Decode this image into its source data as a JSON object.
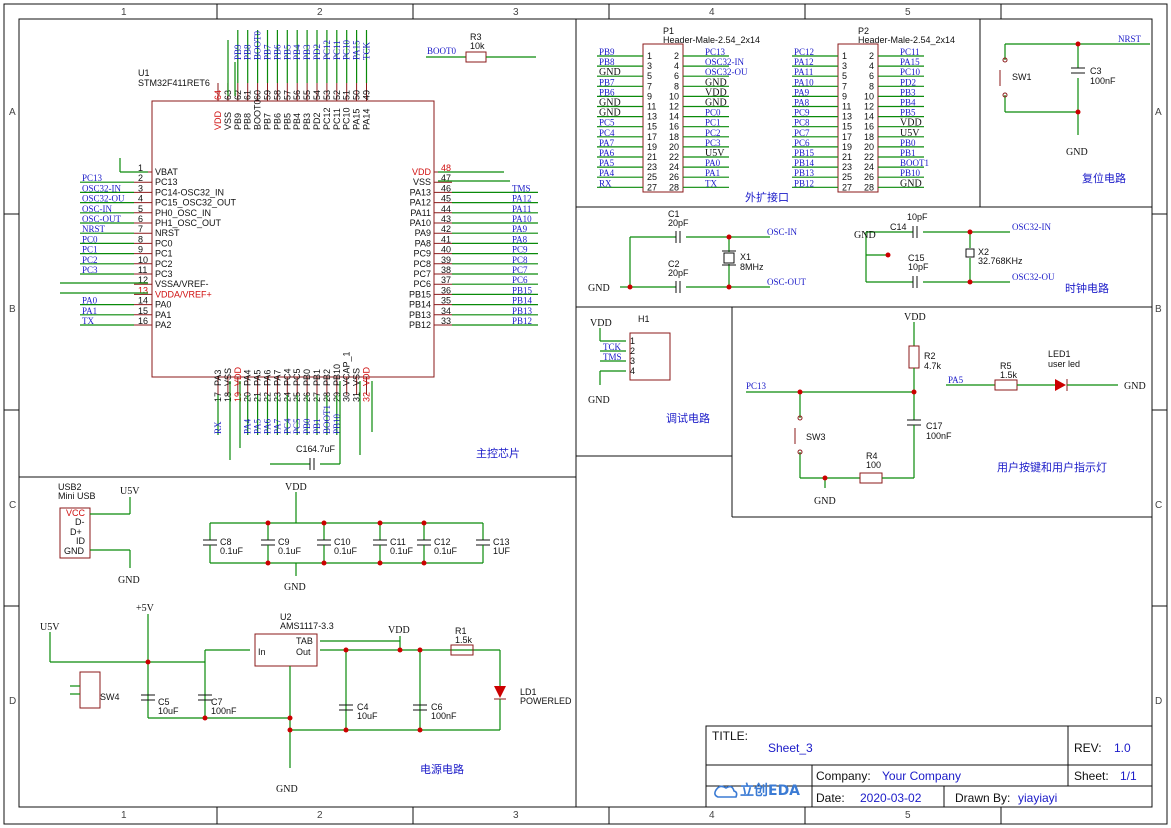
{
  "border": {
    "columns": [
      "1",
      "2",
      "3",
      "4",
      "5"
    ],
    "rows": [
      "A",
      "B",
      "C",
      "D"
    ]
  },
  "title_block": {
    "title_label": "TITLE:",
    "title": "Sheet_3",
    "rev_label": "REV:",
    "rev": "1.0",
    "company_label": "Company:",
    "company": "Your Company",
    "sheet_label": "Sheet:",
    "sheet": "1/1",
    "date_label": "Date:",
    "date": "2020-03-02",
    "drawn_label": "Drawn By:",
    "drawn_by": "yiayiayi",
    "logo_text": "立创EDA"
  },
  "sections": {
    "mcu": "主控芯片",
    "expansion": "外扩接口",
    "reset": "复位电路",
    "clock": "时钟电路",
    "debug": "调试电路",
    "user_io": "用户按键和用户指示灯",
    "power": "电源电路"
  },
  "mcu": {
    "ref": "U1",
    "part": "STM32F411RET6",
    "left_pins": [
      {
        "num": "1",
        "name": "VBAT",
        "net": "VDD"
      },
      {
        "num": "2",
        "name": "PC13",
        "net": "PC13"
      },
      {
        "num": "3",
        "name": "PC14-OSC32_IN",
        "net": "OSC32-IN"
      },
      {
        "num": "4",
        "name": "PC15_OSC32_OUT",
        "net": "OSC32-OU"
      },
      {
        "num": "5",
        "name": "PH0_OSC_IN",
        "net": "OSC-IN"
      },
      {
        "num": "6",
        "name": "PH1_OSC_OUT",
        "net": "OSC-OUT"
      },
      {
        "num": "7",
        "name": "NRST",
        "net": "NRST"
      },
      {
        "num": "8",
        "name": "PC0",
        "net": "PC0"
      },
      {
        "num": "9",
        "name": "PC1",
        "net": "PC1"
      },
      {
        "num": "10",
        "name": "PC2",
        "net": "PC2"
      },
      {
        "num": "11",
        "name": "PC3",
        "net": "PC3"
      },
      {
        "num": "12",
        "name": "VSSA/VREF-",
        "net": "GND"
      },
      {
        "num": "13",
        "name": "VDDA/VREF+",
        "net": "VDD"
      },
      {
        "num": "14",
        "name": "PA0",
        "net": "PA0"
      },
      {
        "num": "15",
        "name": "PA1",
        "net": "PA1"
      },
      {
        "num": "16",
        "name": "PA2",
        "net": "TX"
      }
    ],
    "right_pins": [
      {
        "num": "48",
        "name": "VDD",
        "net": "VDD"
      },
      {
        "num": "47",
        "name": "VSS",
        "net": "GND"
      },
      {
        "num": "46",
        "name": "PA13",
        "net": "TMS"
      },
      {
        "num": "45",
        "name": "PA12",
        "net": "PA12"
      },
      {
        "num": "44",
        "name": "PA11",
        "net": "PA11"
      },
      {
        "num": "43",
        "name": "PA10",
        "net": "PA10"
      },
      {
        "num": "42",
        "name": "PA9",
        "net": "PA9"
      },
      {
        "num": "41",
        "name": "PA8",
        "net": "PA8"
      },
      {
        "num": "40",
        "name": "PC9",
        "net": "PC9"
      },
      {
        "num": "39",
        "name": "PC8",
        "net": "PC8"
      },
      {
        "num": "38",
        "name": "PC7",
        "net": "PC7"
      },
      {
        "num": "37",
        "name": "PC6",
        "net": "PC6"
      },
      {
        "num": "36",
        "name": "PB15",
        "net": "PB15"
      },
      {
        "num": "35",
        "name": "PB14",
        "net": "PB14"
      },
      {
        "num": "34",
        "name": "PB13",
        "net": "PB13"
      },
      {
        "num": "33",
        "name": "PB12",
        "net": "PB12"
      }
    ],
    "top_pins": [
      {
        "num": "64",
        "name": "VDD",
        "net": "VDD"
      },
      {
        "num": "63",
        "name": "VSS",
        "net": "GND"
      },
      {
        "num": "62",
        "name": "PB9",
        "net": "PB9"
      },
      {
        "num": "61",
        "name": "PB8",
        "net": "PB8"
      },
      {
        "num": "60",
        "name": "BOOT0",
        "net": "BOOT0"
      },
      {
        "num": "59",
        "name": "PB7",
        "net": "PB7"
      },
      {
        "num": "58",
        "name": "PB6",
        "net": "PB6"
      },
      {
        "num": "57",
        "name": "PB5",
        "net": "PB5"
      },
      {
        "num": "56",
        "name": "PB4",
        "net": "PB4"
      },
      {
        "num": "55",
        "name": "PB3",
        "net": "PB3"
      },
      {
        "num": "54",
        "name": "PD2",
        "net": "PD2"
      },
      {
        "num": "53",
        "name": "PC12",
        "net": "PC12"
      },
      {
        "num": "52",
        "name": "PC11",
        "net": "PC11"
      },
      {
        "num": "51",
        "name": "PC10",
        "net": "PC10"
      },
      {
        "num": "50",
        "name": "PA15",
        "net": "PA15"
      },
      {
        "num": "49",
        "name": "PA14",
        "net": "TCK"
      }
    ],
    "bottom_pins": [
      {
        "num": "17",
        "name": "PA3",
        "net": "RX"
      },
      {
        "num": "18",
        "name": "VSS",
        "net": ""
      },
      {
        "num": "19",
        "name": "VDD",
        "net": ""
      },
      {
        "num": "20",
        "name": "PA4",
        "net": "PA4"
      },
      {
        "num": "21",
        "name": "PA5",
        "net": "PA5"
      },
      {
        "num": "22",
        "name": "PA6",
        "net": "PA6"
      },
      {
        "num": "23",
        "name": "PA7",
        "net": "PA7"
      },
      {
        "num": "24",
        "name": "PC4",
        "net": "PC4"
      },
      {
        "num": "25",
        "name": "PC5",
        "net": "PC5"
      },
      {
        "num": "26",
        "name": "PB0",
        "net": "PB0"
      },
      {
        "num": "27",
        "name": "PB1",
        "net": "PB1"
      },
      {
        "num": "28",
        "name": "PB2",
        "net": "BOOT1"
      },
      {
        "num": "29",
        "name": "PB10",
        "net": "PB10"
      },
      {
        "num": "30",
        "name": "VCAP_1",
        "net": ""
      },
      {
        "num": "31",
        "name": "VSS",
        "net": ""
      },
      {
        "num": "32",
        "name": "VDD",
        "net": ""
      }
    ],
    "cap_ref": "C16",
    "cap_val": "4.7uF"
  },
  "boot": {
    "net": "BOOT0",
    "ref": "R3",
    "val": "10k"
  },
  "headers": {
    "p1": {
      "ref": "P1",
      "part": "Header-Male-2.54_2x14",
      "left": [
        "PB9",
        "PB8",
        "GND",
        "PB7",
        "PB6",
        "GND",
        "GND",
        "PC5",
        "PC4",
        "PA7",
        "PA6",
        "PA5",
        "PA4",
        "RX"
      ],
      "right": [
        "PC13",
        "OSC32-IN",
        "OSC32-OU",
        "GND",
        "VDD",
        "GND",
        "PC0",
        "PC1",
        "PC2",
        "PC3",
        "U5V",
        "PA0",
        "PA1",
        "TX"
      ],
      "nums_l": [
        "1",
        "3",
        "5",
        "7",
        "9",
        "11",
        "13",
        "15",
        "17",
        "19",
        "21",
        "23",
        "25",
        "27"
      ],
      "nums_r": [
        "2",
        "4",
        "6",
        "8",
        "10",
        "12",
        "14",
        "16",
        "18",
        "20",
        "22",
        "24",
        "26",
        "28"
      ]
    },
    "p2": {
      "ref": "P2",
      "part": "Header-Male-2.54_2x14",
      "left": [
        "PC12",
        "PA12",
        "PA11",
        "PA10",
        "PA9",
        "PA8",
        "PC9",
        "PC8",
        "PC7",
        "PC6",
        "PB15",
        "PB14",
        "PB13",
        "PB12"
      ],
      "right": [
        "PC11",
        "PA15",
        "PC10",
        "PD2",
        "PB3",
        "PB4",
        "PB5",
        "VDD",
        "U5V",
        "PB0",
        "PB1",
        "BOOT1",
        "PB10",
        "GND"
      ],
      "nums_l": [
        "1",
        "3",
        "5",
        "7",
        "9",
        "11",
        "13",
        "15",
        "17",
        "19",
        "21",
        "23",
        "25",
        "27"
      ],
      "nums_r": [
        "2",
        "4",
        "6",
        "8",
        "10",
        "12",
        "14",
        "16",
        "18",
        "20",
        "22",
        "24",
        "26",
        "28"
      ]
    }
  },
  "reset": {
    "sw": "SW1",
    "cap": "C3",
    "cap_val": "100nF",
    "net": "NRST",
    "gnd": "GND"
  },
  "clock": {
    "c1": "C1",
    "c1v": "20pF",
    "c2": "C2",
    "c2v": "20pF",
    "x1": "X1",
    "x1v": "8MHz",
    "osc_in": "OSC-IN",
    "osc_out": "OSC-OUT",
    "c14": "C14",
    "c14v": "10pF",
    "c15": "C15",
    "c15v": "10pF",
    "x2": "X2",
    "x2v": "32.768KHz",
    "osc32_in": "OSC32-IN",
    "osc32_out": "OSC32-OU",
    "gnd": "GND"
  },
  "debug": {
    "ref": "H1",
    "nets": [
      "VDD",
      "TCK",
      "TMS",
      "GND"
    ],
    "pins": [
      "1",
      "2",
      "3",
      "4"
    ]
  },
  "user": {
    "vdd": "VDD",
    "r2": "R2",
    "r2v": "4.7k",
    "pc13": "PC13",
    "sw3": "SW3",
    "c17": "C17",
    "c17v": "100nF",
    "r4": "R4",
    "r4v": "100",
    "gnd": "GND",
    "pa5": "PA5",
    "r5": "R5",
    "r5v": "1.5k",
    "led": "LED1",
    "led_desc": "user led"
  },
  "power": {
    "usb": "USB2",
    "usb_part": "Mini USB",
    "usb_pins": [
      "VCC",
      "D-",
      "D+",
      "ID",
      "GND"
    ],
    "u5v": "U5V",
    "gnd": "GND",
    "caps": [
      {
        "ref": "C8",
        "val": "0.1uF"
      },
      {
        "ref": "C9",
        "val": "0.1uF"
      },
      {
        "ref": "C10",
        "val": "0.1uF"
      },
      {
        "ref": "C11",
        "val": "0.1uF"
      },
      {
        "ref": "C12",
        "val": "0.1uF"
      },
      {
        "ref": "C13",
        "val": "1UF"
      }
    ],
    "vdd": "VDD",
    "p5v": "+5V",
    "sw4": "SW4",
    "u2": "U2",
    "u2_part": "AMS1117-3.3",
    "u2_in": "In",
    "u2_gnd": "GND",
    "u2_tab": "TAB",
    "u2_out": "Out",
    "c5": "C5",
    "c5v": "10uF",
    "c7": "C7",
    "c7v": "100nF",
    "c4": "C4",
    "c4v": "10uF",
    "c6": "C6",
    "c6v": "100nF",
    "r1": "R1",
    "r1v": "1.5k",
    "ld1": "LD1",
    "ld1v": "POWERLED"
  }
}
